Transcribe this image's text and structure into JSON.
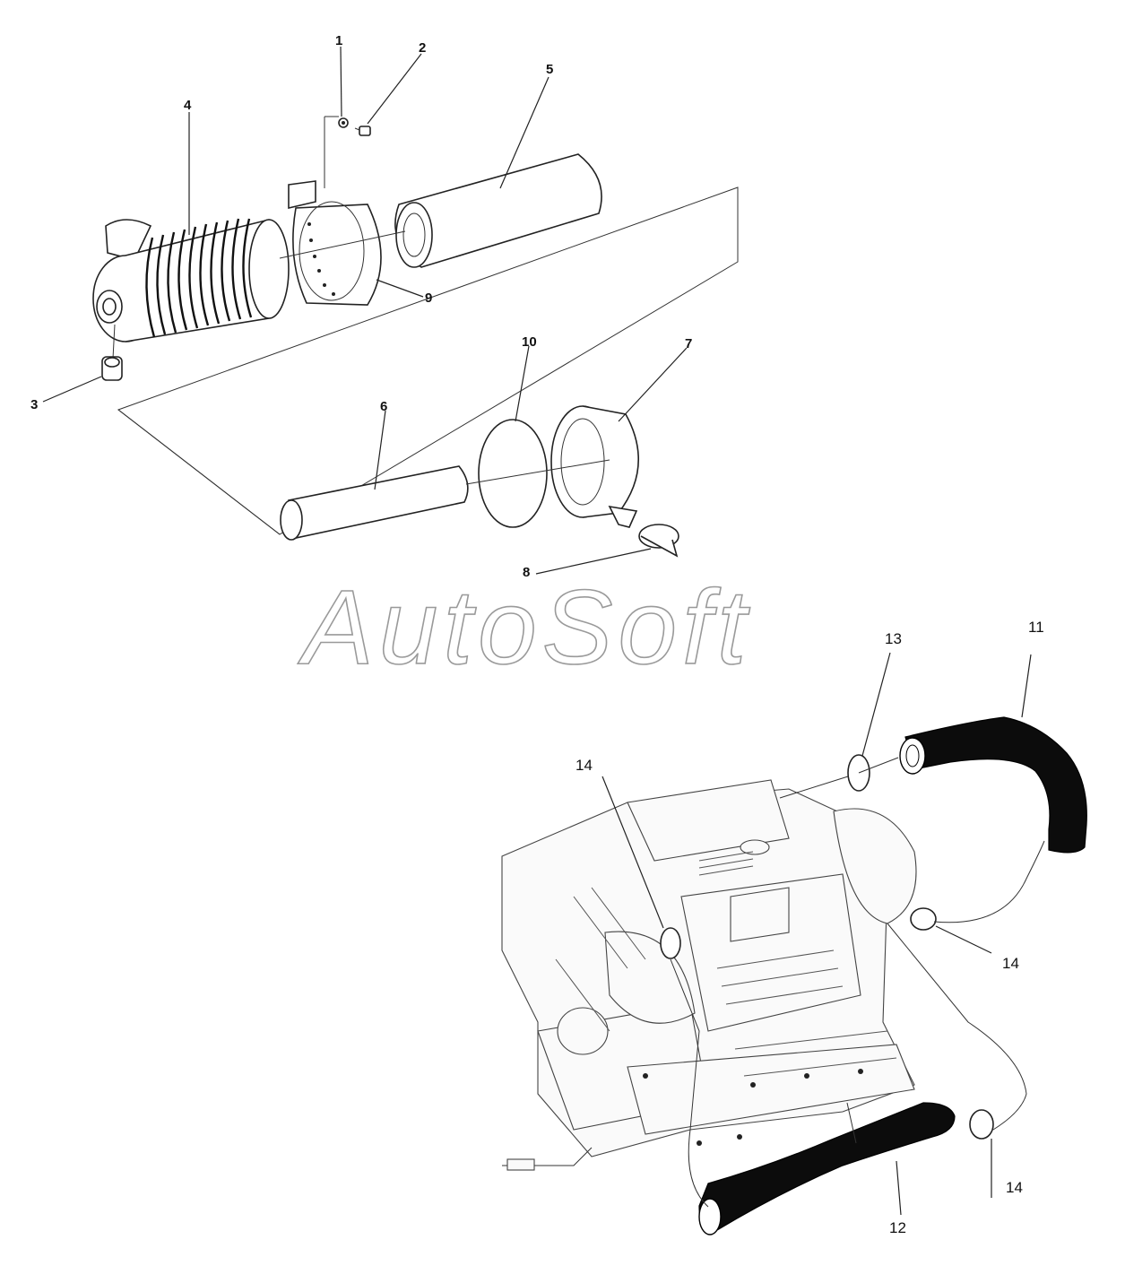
{
  "watermark": "AutoSoft",
  "callouts": {
    "c1": "1",
    "c2": "2",
    "c3": "3",
    "c4": "4",
    "c5": "5",
    "c6": "6",
    "c7": "7",
    "c8": "8",
    "c9": "9",
    "c10": "10",
    "c11": "11",
    "c12": "12",
    "c13": "13",
    "c14a": "14",
    "c14b": "14",
    "c14c": "14"
  }
}
